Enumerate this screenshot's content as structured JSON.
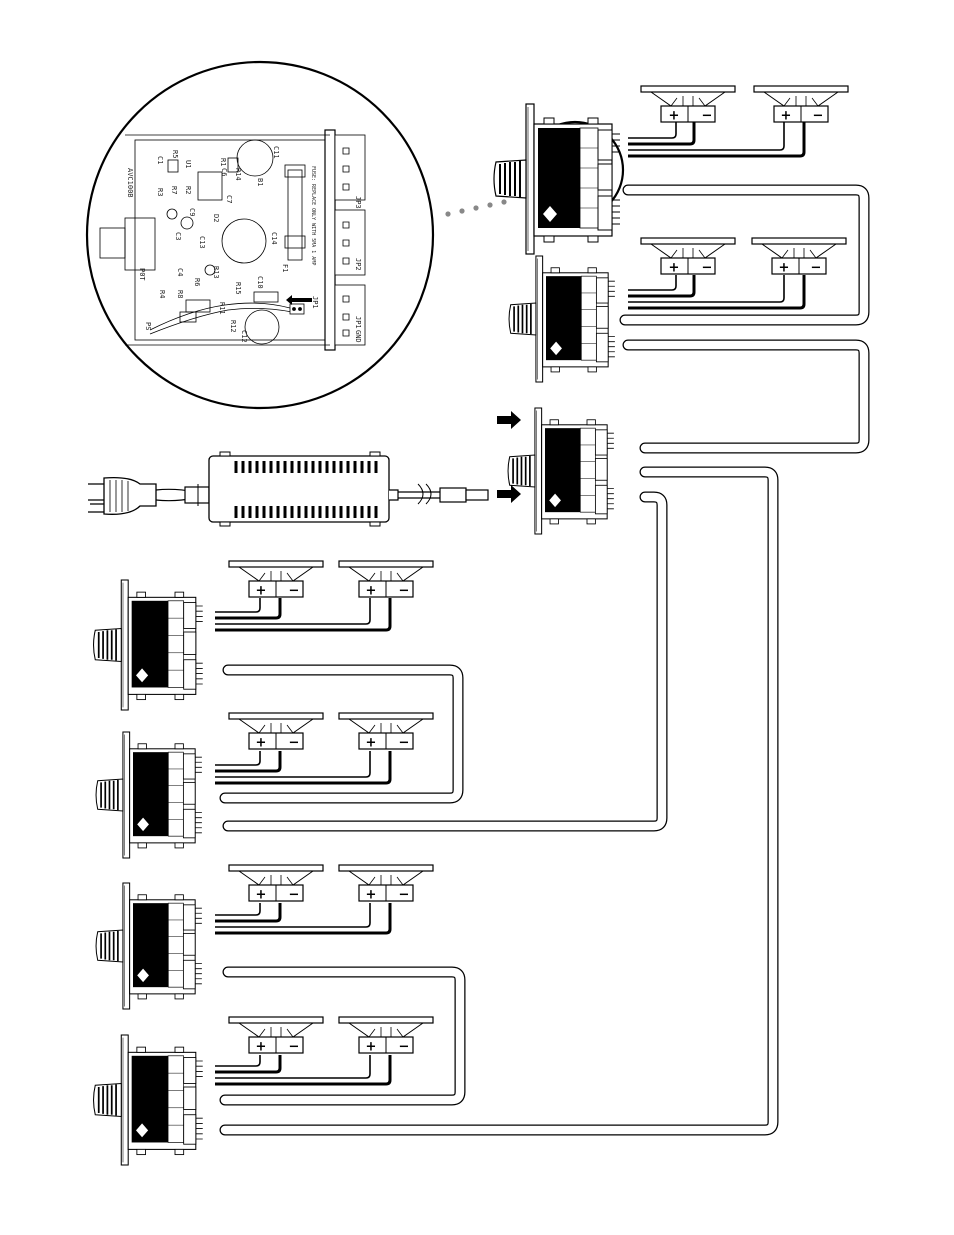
{
  "pcb": {
    "model_label": "AVC100B",
    "fuse_warning": "FUSE: REPLACE ONLY WITH 5MA 1 AMP",
    "components": {
      "c11": "C11",
      "c1": "C1",
      "r5": "R5",
      "u1": "U1",
      "r1": "R1",
      "r3": "R3",
      "r7": "R7",
      "r2": "R2",
      "c6": "C6",
      "r14": "R14",
      "b1": "B1",
      "c7": "C7",
      "c9": "C9",
      "c3": "C3",
      "c13": "C13",
      "d2": "D2",
      "c14": "C14",
      "f1": "F1",
      "c4": "C4",
      "r13": "R13",
      "r4": "R4",
      "r8": "R8",
      "r15": "R15",
      "c10": "C10",
      "r6": "R6",
      "pot": "P0T",
      "ps": "PS",
      "r12": "R12",
      "c12": "C12",
      "r11": "R11"
    },
    "connectors": {
      "jp3": "JP3",
      "jp2": "JP2",
      "jp1": "JP1",
      "gnd": "GND"
    },
    "jumper_label": "JP1"
  },
  "speakers": {
    "plus_symbol": "+",
    "minus_symbol": "−",
    "count": 12
  },
  "volume_controls": {
    "model_label": "AVC100B",
    "count": 7
  },
  "colors": {
    "line": "#000000",
    "background": "#ffffff",
    "zoom_dots": "#888888"
  }
}
